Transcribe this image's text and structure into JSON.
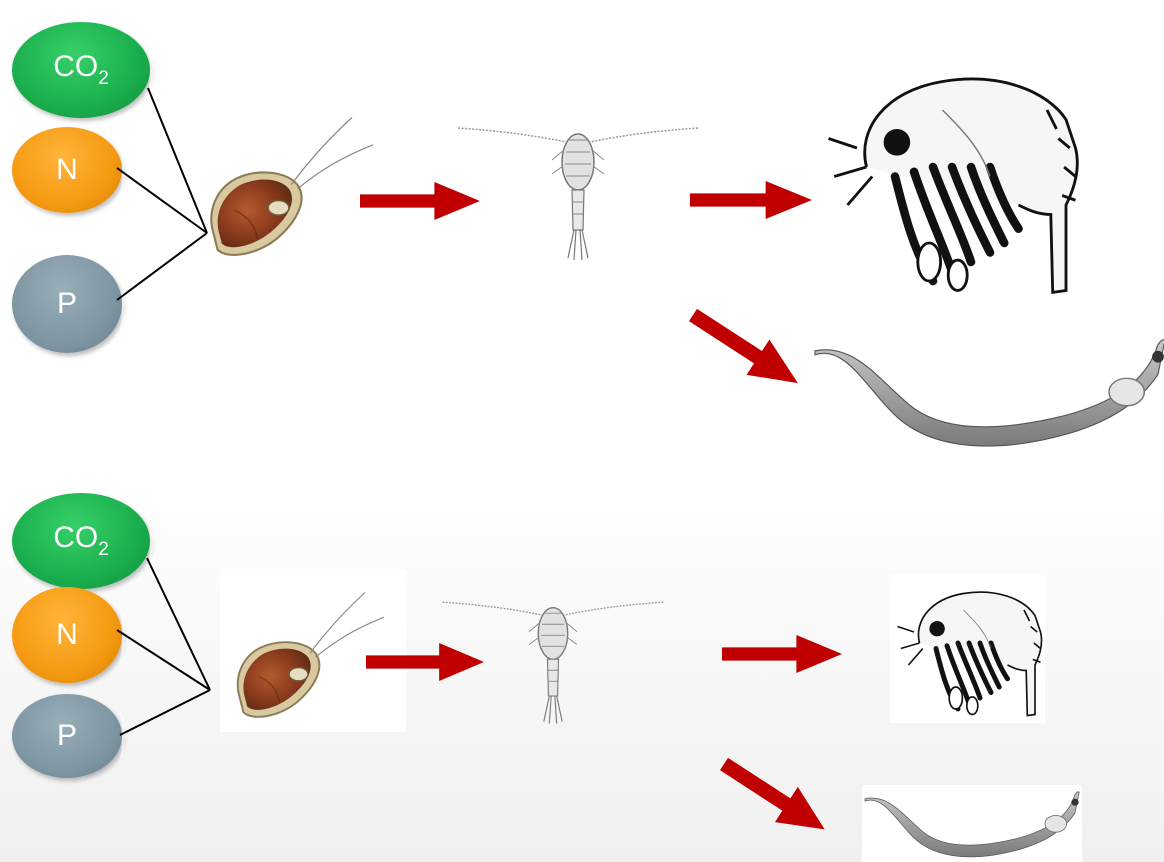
{
  "diagram": {
    "panels": [
      {
        "nutrients": [
          {
            "main": "CO",
            "sub": "2"
          },
          {
            "main": "N",
            "sub": ""
          },
          {
            "main": "P",
            "sub": ""
          }
        ]
      },
      {
        "nutrients": [
          {
            "main": "CO",
            "sub": "2"
          },
          {
            "main": "N",
            "sub": ""
          },
          {
            "main": "P",
            "sub": ""
          }
        ]
      }
    ],
    "colors": {
      "co2": "#1aae4c",
      "n": "#f59a12",
      "p": "#7f96a3",
      "arrow": "#c00000",
      "line": "#000000"
    },
    "icons": [
      "phytoplankton-icon",
      "copepod-icon",
      "shrimp-icon",
      "fish-larva-icon"
    ]
  }
}
